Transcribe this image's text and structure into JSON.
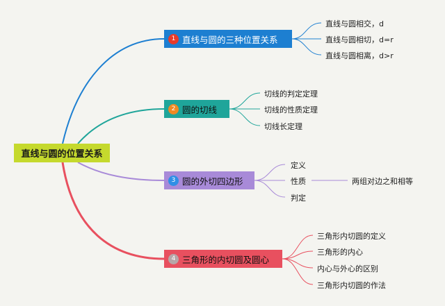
{
  "root": {
    "label": "直线与圆的位置关系"
  },
  "branches": [
    {
      "label": "直线与圆的三种位置关系",
      "badge": "1",
      "children": [
        "直线与圆相交，d",
        "直线与圆相切，d=r",
        "直线与圆相离，d>r"
      ]
    },
    {
      "label": "圆的切线",
      "badge": "2",
      "children": [
        "切线的判定定理",
        "切线的性质定理",
        "切线长定理"
      ]
    },
    {
      "label": "圆的外切四边形",
      "badge": "3",
      "children": [
        "定义",
        "性质",
        "判定"
      ],
      "sub": {
        "label": "两组对边之和相等"
      }
    },
    {
      "label": "三角形的内切圆及圆心",
      "badge": "4",
      "children": [
        "三角形内切圆的定义",
        "三角形的内心",
        "内心与外心的区别",
        "三角形内切圆的作法"
      ]
    }
  ],
  "colors": {
    "root": "#c5d92d",
    "branch1": "#1d7fd1",
    "branch2": "#1fa59a",
    "branch3": "#a88ad8",
    "branch4": "#e8505f"
  }
}
